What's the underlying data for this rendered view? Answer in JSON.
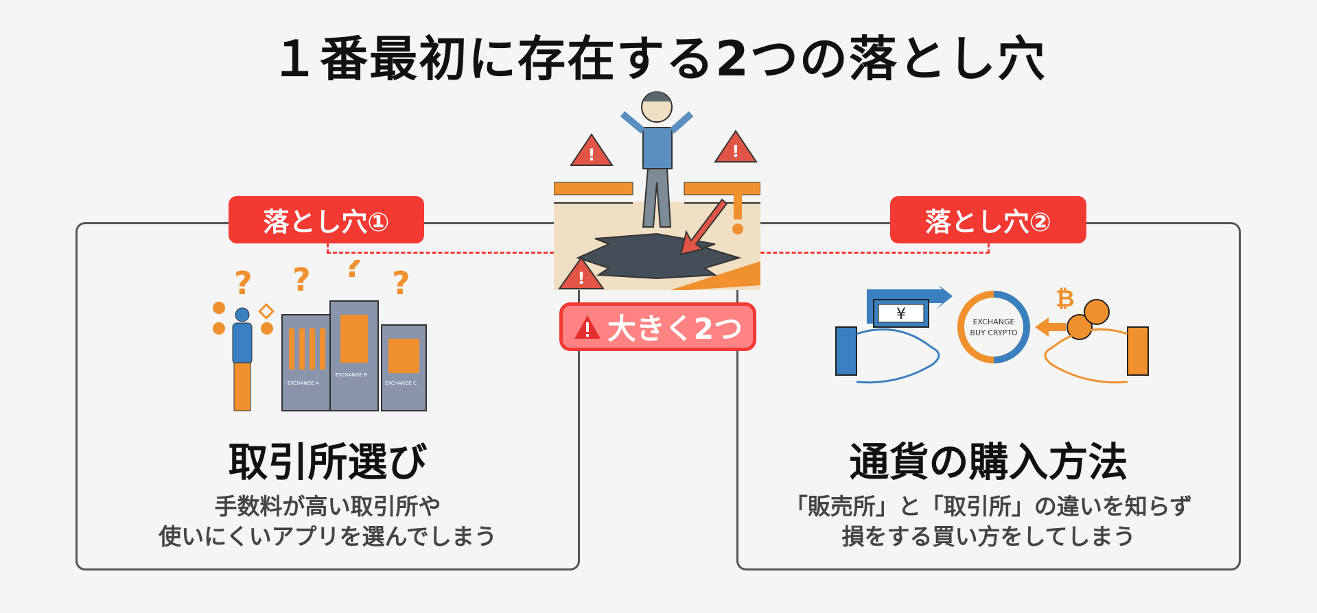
{
  "title": "１番最初に存在する2つの落とし穴",
  "center": {
    "badge": "大きく2つ"
  },
  "left": {
    "badge": "落とし穴①",
    "heading": "取引所選び",
    "desc": [
      "手数料が高い取引所や",
      "使いにくいアプリを選んでしまう"
    ],
    "buildings": [
      "EXCHANGE A",
      "EXCHANGE B",
      "EXCHANGE C"
    ]
  },
  "right": {
    "badge": "落とし穴②",
    "heading": "通貨の購入方法",
    "desc": [
      "「販売所」と「取引所」の違いを知らず",
      "損をする買い方をしてしまう"
    ],
    "exchange": [
      "EXCHANGE",
      "BUY CRYPTO"
    ],
    "yen": "¥"
  },
  "colors": {
    "accent": "#f23a33",
    "blue": "#3a7fbf",
    "orange": "#f0902e"
  }
}
